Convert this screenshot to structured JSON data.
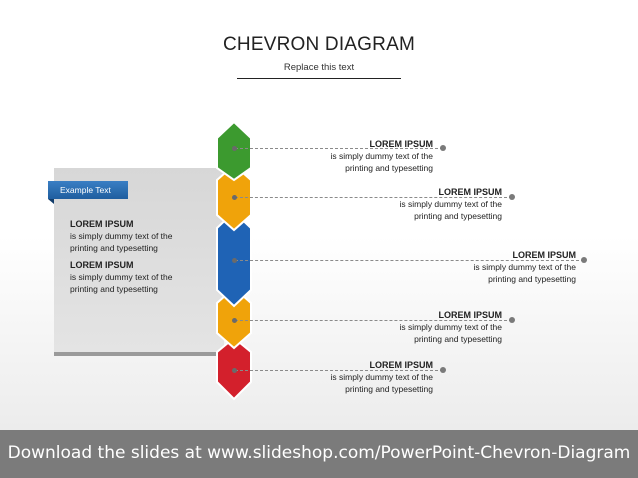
{
  "header": {
    "title": "CHEVRON DIAGRAM",
    "subtitle": "Replace this text"
  },
  "panel": {
    "tab_label": "Example Text",
    "blocks": [
      {
        "heading": "LOREM IPSUM",
        "line1": "is simply dummy text of the",
        "line2": "printing and typesetting"
      },
      {
        "heading": "LOREM IPSUM",
        "line1": "is simply dummy text of the",
        "line2": "printing and typesetting"
      }
    ]
  },
  "chevrons": [
    {
      "color": "#3c9a2f",
      "heading": "LOREM IPSUM",
      "line1": "is simply dummy text of the",
      "line2": "printing and typesetting"
    },
    {
      "color": "#f0a30a",
      "heading": "LOREM IPSUM",
      "line1": "is simply dummy text of the",
      "line2": "printing and typesetting"
    },
    {
      "color": "#1f63b5",
      "heading": "LOREM IPSUM",
      "line1": "is simply dummy text of the",
      "line2": "printing and typesetting"
    },
    {
      "color": "#f0a30a",
      "heading": "LOREM IPSUM",
      "line1": "is simply dummy text of the",
      "line2": "printing and typesetting"
    },
    {
      "color": "#d3202c",
      "heading": "LOREM IPSUM",
      "line1": "is simply dummy text of the",
      "line2": "printing and typesetting"
    }
  ],
  "footer": {
    "text": "Download the slides at www.slideshop.com/PowerPoint-Chevron-Diagram"
  }
}
